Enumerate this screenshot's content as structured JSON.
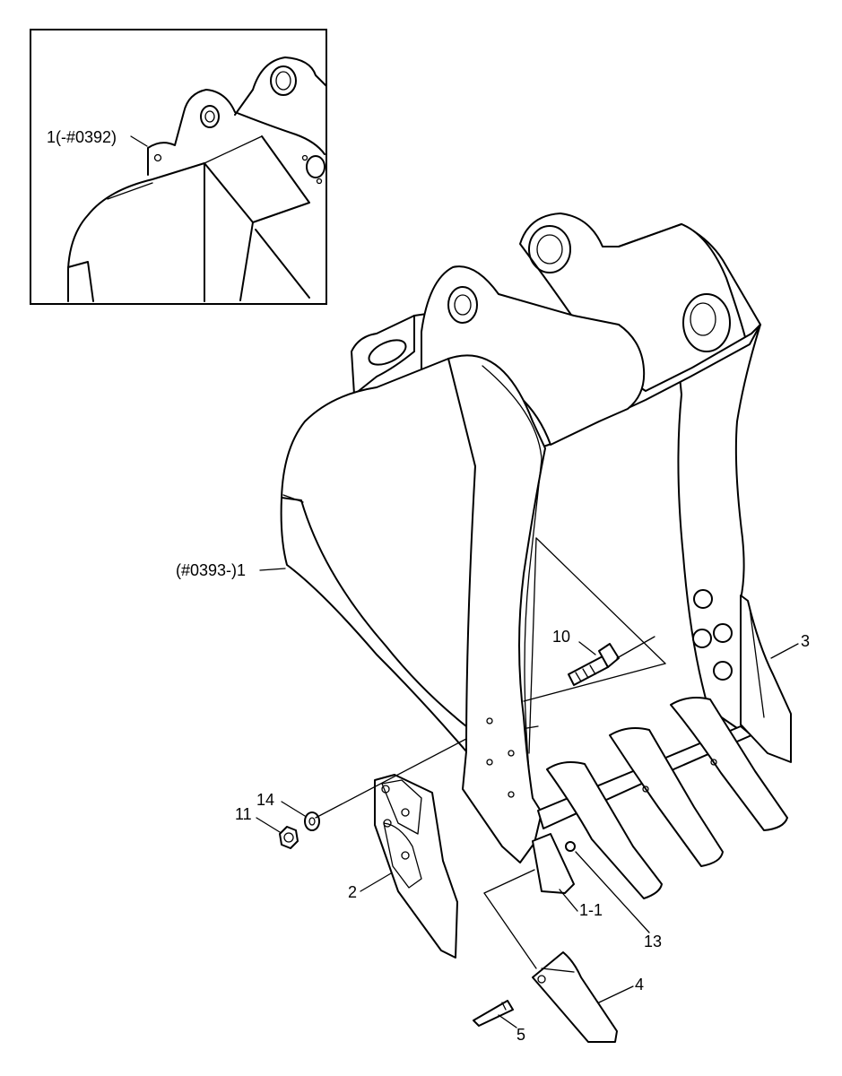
{
  "colors": {
    "line": "#000000",
    "background": "#ffffff"
  },
  "callouts": {
    "inset_part": "1(-#0392)",
    "bucket": "(#0393-)1",
    "c10": "10",
    "c3": "3",
    "c14": "14",
    "c11": "11",
    "c2": "2",
    "c1_1": "1-1",
    "c13": "13",
    "c4": "4",
    "c5": "5"
  }
}
